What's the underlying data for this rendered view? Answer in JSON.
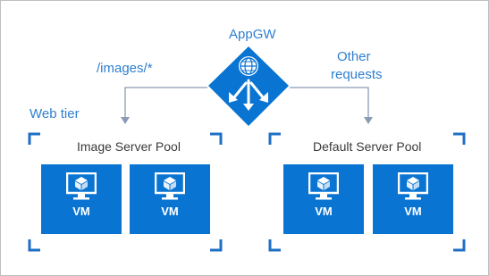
{
  "gateway": {
    "title": "AppGW",
    "icon": "application-gateway-icon"
  },
  "routes": {
    "left_path": "/images/*",
    "right_path_line1": "Other",
    "right_path_line2": "requests"
  },
  "tier_label": "Web tier",
  "pools": [
    {
      "title": "Image Server Pool",
      "vms": [
        "VM",
        "VM"
      ]
    },
    {
      "title": "Default Server Pool",
      "vms": [
        "VM",
        "VM"
      ]
    }
  ],
  "colors": {
    "accent": "#2f7fcf",
    "vm_fill": "#0a74d2",
    "bracket": "#1f6fc4",
    "arrow": "#8a9bb5",
    "frame": "#bfbfbf"
  }
}
